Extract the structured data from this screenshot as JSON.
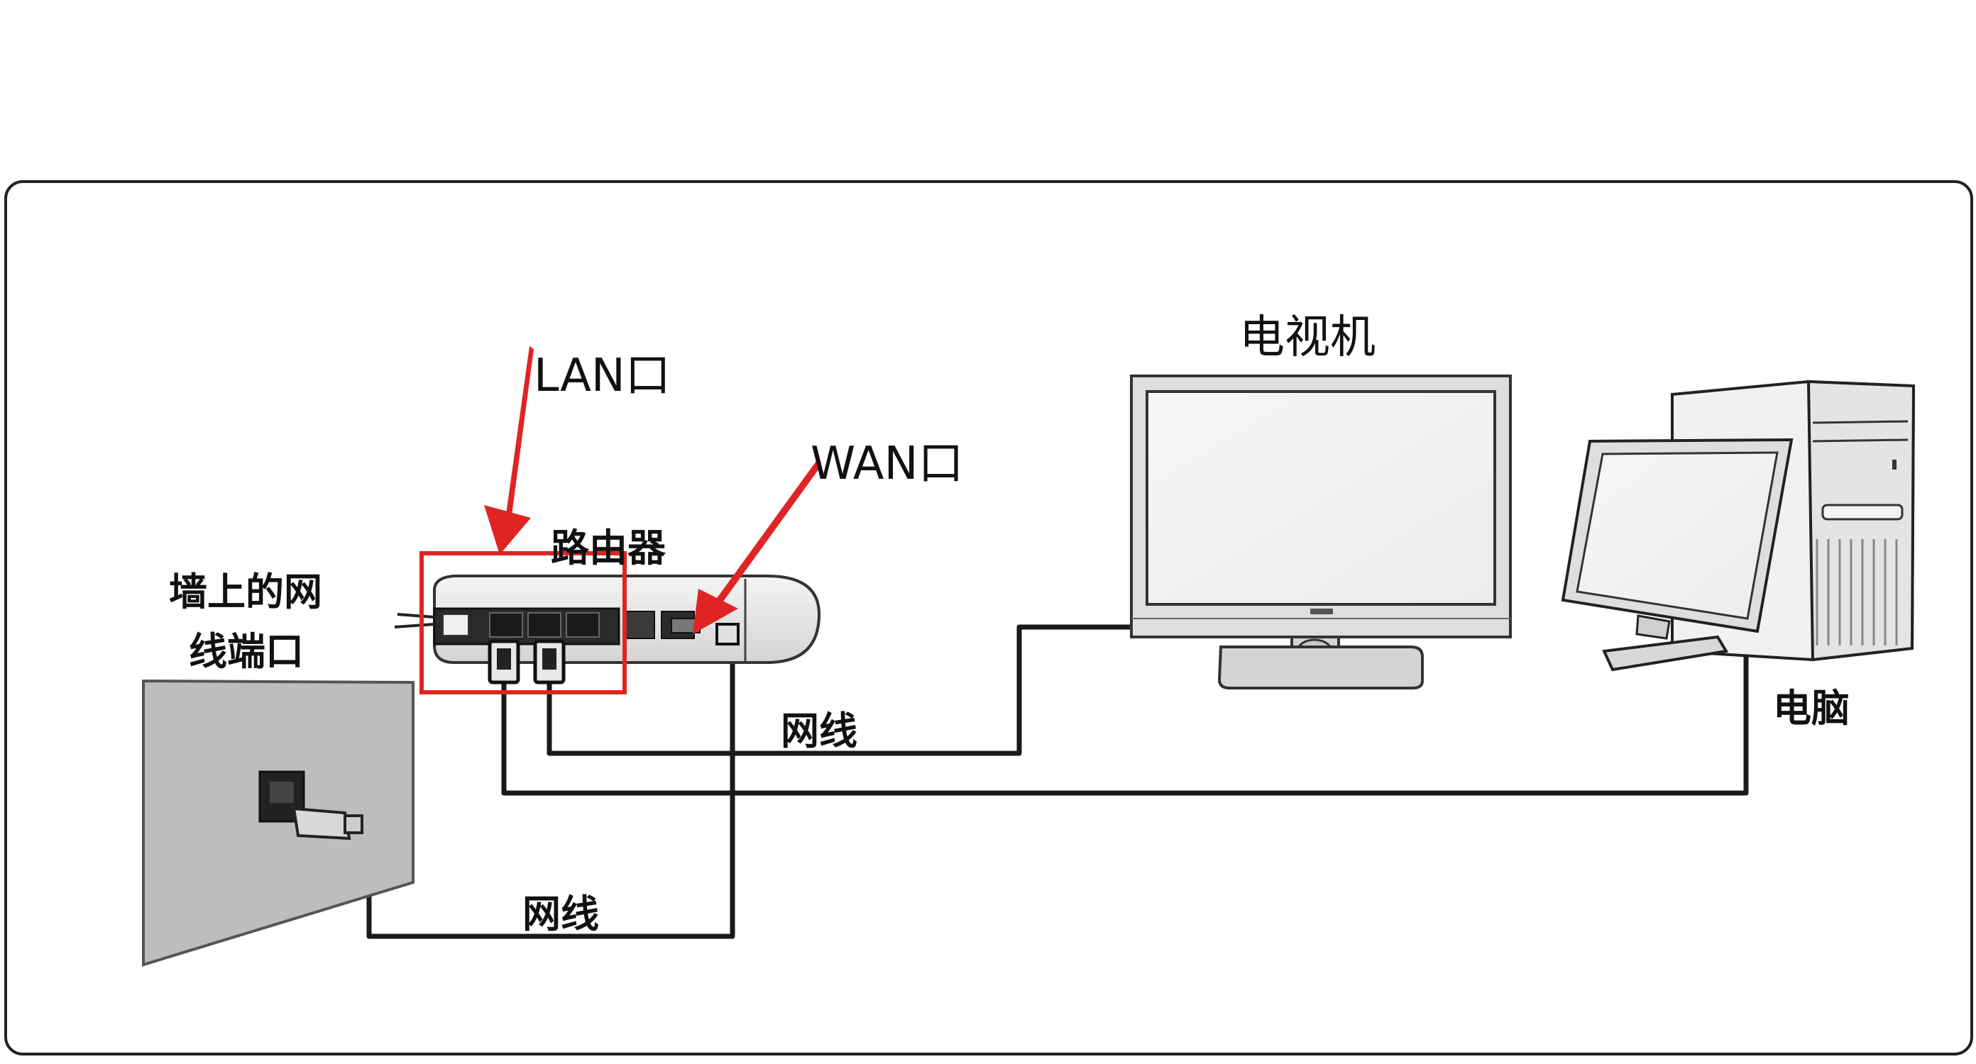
{
  "labels": {
    "lan_port": "LAN口",
    "wan_port": "WAN口",
    "router": "路由器",
    "wall_port_line1": "墙上的网",
    "wall_port_line2": "线端口",
    "tv": "电视机",
    "computer": "电脑",
    "cable_upper": "网线",
    "cable_lower": "网线"
  },
  "colors": {
    "highlight_box": "#e02424",
    "arrow": "#e02424",
    "cable": "#1a1a1a",
    "wall_plate": "#bdbdbd",
    "device_body": "#e6e6e6"
  }
}
